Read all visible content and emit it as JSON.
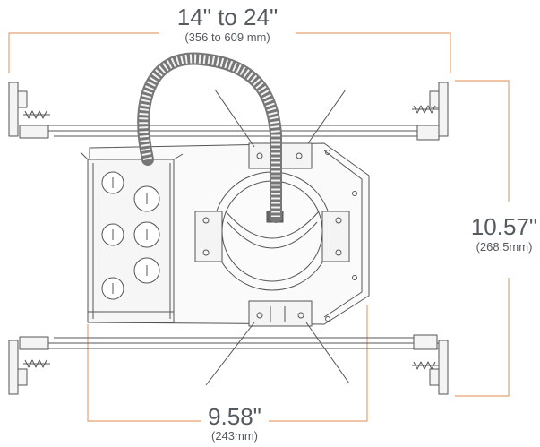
{
  "dimensions": {
    "width": {
      "main": "14\" to 24\"",
      "sub": "(356 to 609 mm)"
    },
    "height": {
      "main": "10.57\"",
      "sub": "(268.5mm)"
    },
    "depth": {
      "main": "9.58\"",
      "sub": "(243mm)"
    }
  },
  "colors": {
    "dimension_line": "#e8a070",
    "dimension_text": "#555a5f",
    "frame_line": "#555555",
    "frame_fill": "#f4f4f4",
    "conduit": "#666666"
  }
}
